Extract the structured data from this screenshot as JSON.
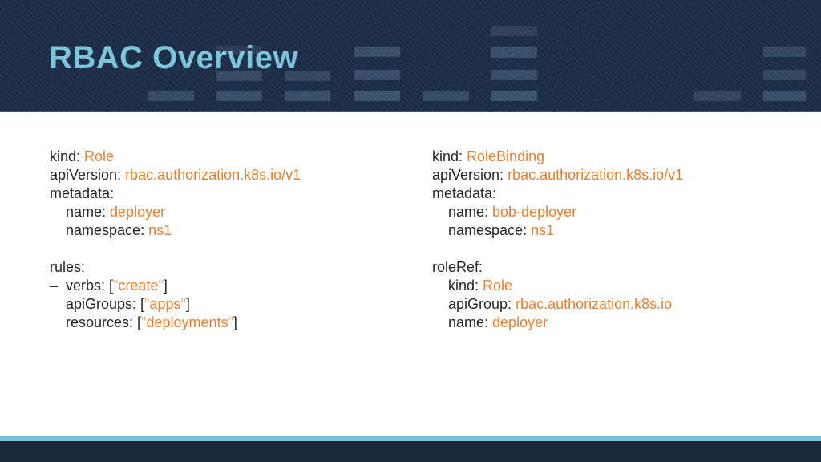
{
  "slide": {
    "title": "RBAC Overview"
  },
  "colors": {
    "header_background": "#22334f",
    "footer_background": "#1b2639",
    "accent_stripe": "#6fc3d8",
    "title_text": "#7cc5db",
    "code_key_text": "#262626",
    "code_value_text": "#e87e2b",
    "code_quote_text": "#f2ac70"
  },
  "code": {
    "left": {
      "lines": [
        [
          [
            "k",
            "kind:"
          ],
          [
            "v",
            " Role"
          ]
        ],
        [
          [
            "k",
            "apiVersion:"
          ],
          [
            "v",
            " rbac.authorization.k8s.io/v1"
          ]
        ],
        [
          [
            "k",
            "metadata:"
          ]
        ],
        [
          [
            "k",
            "    name:"
          ],
          [
            "v",
            " deployer"
          ]
        ],
        [
          [
            "k",
            "    namespace:"
          ],
          [
            "v",
            " ns1"
          ]
        ],
        [],
        [
          [
            "k",
            "rules:"
          ]
        ],
        [
          [
            "k",
            "–  verbs: ["
          ],
          [
            "q",
            "\""
          ],
          [
            "v",
            "create"
          ],
          [
            "q",
            "\""
          ],
          [
            "k",
            "]"
          ]
        ],
        [
          [
            "k",
            "    apiGroups: ["
          ],
          [
            "q",
            "\""
          ],
          [
            "v",
            "apps"
          ],
          [
            "q",
            "\""
          ],
          [
            "k",
            "]"
          ]
        ],
        [
          [
            "k",
            "    resources: ["
          ],
          [
            "q",
            "\""
          ],
          [
            "v",
            "deployments"
          ],
          [
            "q",
            "\""
          ],
          [
            "k",
            "]"
          ]
        ]
      ]
    },
    "right": {
      "lines": [
        [
          [
            "k",
            "kind:"
          ],
          [
            "v",
            " RoleBinding"
          ]
        ],
        [
          [
            "k",
            "apiVersion:"
          ],
          [
            "v",
            " rbac.authorization.k8s.io/v1"
          ]
        ],
        [
          [
            "k",
            "metadata:"
          ]
        ],
        [
          [
            "k",
            "    name:"
          ],
          [
            "v",
            " bob-deployer"
          ]
        ],
        [
          [
            "k",
            "    namespace:"
          ],
          [
            "v",
            " ns1"
          ]
        ],
        [],
        [
          [
            "k",
            "roleRef:"
          ]
        ],
        [
          [
            "k",
            "    kind:"
          ],
          [
            "v",
            " Role"
          ]
        ],
        [
          [
            "k",
            "    apiGroup:"
          ],
          [
            "v",
            " rbac.authorization.k8s.io"
          ]
        ],
        [
          [
            "k",
            "    name:"
          ],
          [
            "v",
            " deployer"
          ]
        ]
      ]
    }
  }
}
